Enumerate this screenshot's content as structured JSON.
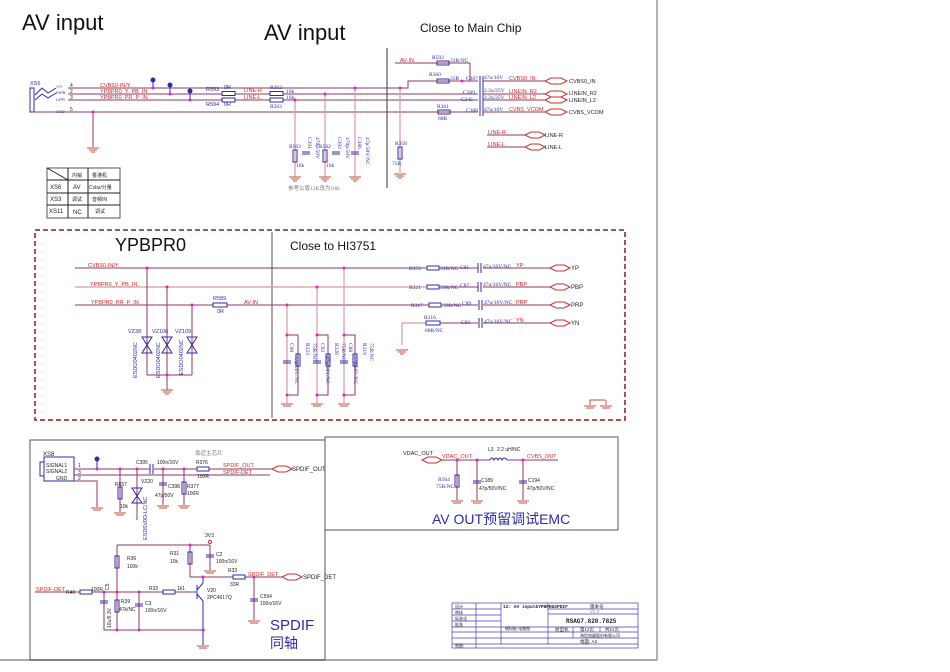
{
  "titles": {
    "av_input_left": "AV input",
    "av_input": "AV input",
    "close_main": "Close to Main Chip",
    "ypbpr0": "YPBPR0",
    "close_hi": "Close to HI3751",
    "av_out_emc": "AV OUT预留调试EMC",
    "spdif": "SPDIF",
    "spdif_cn": "同轴"
  },
  "av": {
    "xs6": "XS6",
    "pins": [
      "4",
      "2",
      "3",
      "5"
    ],
    "pin_names": [
      "Y/Y",
      "R/PB",
      "L/PR",
      "GND"
    ],
    "nets": [
      "CVBS0-IN/Y",
      "YPBPR0_Y_PB_IN",
      "YPBPR0_PR_P_IN"
    ],
    "r593": "R593",
    "r593v": "0R",
    "r594": "R594",
    "r594v": "0R",
    "line_r": "LINE-R",
    "line_l": "LINE-L",
    "r362": "R362",
    "r362v": "10k",
    "r363": "R363",
    "r363v": "10k",
    "r563": "R563",
    "r563v": "10k",
    "c391": "C391",
    "c391v": "470p/50V",
    "r562": "R562",
    "r562v": "10k",
    "c392": "C392",
    "c392v": "470p/50V",
    "c386": "C386",
    "c386v": "47p/50V/NC",
    "note": "参考公版12K改为10K",
    "av_in": "AV-IN",
    "r592": "R592",
    "r592v": "33R/NC",
    "r360": "R360",
    "r360v": "33R",
    "c387": "C387",
    "c387v": "47u/16V",
    "cvbs0_in_net": "CVBS0_IN",
    "cvbs0_in_port": "CVBS0_IN",
    "c389": "C389",
    "c389v": "2.2u/25V",
    "linein_r2_net": "LINEIN_R2",
    "linein_r2": "LINEIN_R2",
    "c345": "C345",
    "c345v": "2.2u/25V",
    "linein_l2_net": "LINEIN_L2",
    "linein_l2": "LINEIN_L2",
    "r361": "R361",
    "r361v": "68R",
    "c388": "C388",
    "c388v": "47u/16V",
    "vcom_net": "CVBS_VCOM",
    "vcom": "CVBS_VCOM",
    "r358": "R358",
    "r358v": "75R",
    "line_r_port": "LINE-R",
    "line_l_port": "LINE-L"
  },
  "table": {
    "header": [
      "",
      "内销",
      "香港机"
    ],
    "rows": [
      [
        "XS6",
        "AV",
        "Cvbs/分量"
      ],
      [
        "XS3",
        "调试",
        "音频IN"
      ],
      [
        "XS11",
        "NC",
        "调试"
      ]
    ]
  },
  "ypbpr": {
    "nets": [
      "CVBS0-IN/Y",
      "YPBPR0_Y_PB_IN",
      "YPBPR0_PR_P_IN"
    ],
    "r589": "R589",
    "r589v": "0R",
    "av_in": "AV-IN",
    "vz": [
      "VZ38",
      "VZ106",
      "VZ109"
    ],
    "vzv": [
      "ESDO0402NC",
      "ESDO0402NC",
      "ESDO0402NC"
    ],
    "caps": [
      [
        "C90",
        "47p/50V/NC",
        "R323",
        "75R/NC"
      ],
      [
        "C92",
        "47p/50V/NC",
        "R326",
        "75R/NC"
      ],
      [
        "C88",
        "47p/50V/NC",
        "R319",
        "75R/NC"
      ]
    ],
    "rows": [
      [
        "R353",
        "33R/NC",
        "C91",
        "47u/16V/NC",
        "YP",
        "YP"
      ],
      [
        "R321",
        "33R/NC",
        "C87",
        "47u/16V/NC",
        "PBP",
        "PBP"
      ],
      [
        "R317",
        "33R/NC",
        "C89",
        "47u/16V/NC",
        "PRP",
        "PRP"
      ],
      [
        "R316",
        "68R/NC",
        "C93",
        "47u/16V/NC",
        "YN",
        "YN"
      ]
    ]
  },
  "spdif": {
    "xs8": "XS8",
    "sig1": "SIGNAL1",
    "sig2": "SIGNAL2",
    "gnd": "GND",
    "pins": [
      "1",
      "3",
      "2"
    ],
    "note": "靠近主芯片",
    "c395": "C395",
    "c395v": "100n/16V",
    "r376": "R376",
    "r376v": "100R",
    "out_net": "SPDIF_OUT",
    "det_net": "SPDIF-DET",
    "out_port": "SPDIF_OUT",
    "r657": "R657",
    "r657v": "10k",
    "vz20": "VZ20",
    "vz20v": "ESD5V0D-LC/NC",
    "c398": "C398",
    "c398v": "47p/50V",
    "r377": "R377",
    "r377v": "100R",
    "v33": "3V3",
    "r36": "R36",
    "r36v": "100k",
    "r31": "R31",
    "r31v": "10k",
    "c2": "C2",
    "c2v": "100n/16V",
    "r33": "R33",
    "r33v": "33R",
    "det_net2": "SPDIF_DET",
    "det_port": "SPDIF_DET",
    "det_in": "SPDIF-DET",
    "r40": "R40",
    "r40v": "100R",
    "c5": "C5",
    "c5v": "10u/6.3V",
    "r39": "R39",
    "r39v": "47k/NC",
    "c3": "C3",
    "c3v": "100n/16V",
    "r32": "R32",
    "r32v": "1k1",
    "v20": "V20",
    "v20v": "2PC4617Q",
    "c594": "C594",
    "c594v": "100n/16V"
  },
  "avout": {
    "vdac_port": "VDAC_OUT",
    "vdac_net": "VDAC_OUT",
    "l3": "L3",
    "l3v": "2.2 uH/NC",
    "cvbs_out": "CVBS_OUT",
    "r564": "R564",
    "r564v": "75R/NC",
    "c189": "C189",
    "c189v": "47p/50V/NC",
    "c194": "C194",
    "c194v": "47p/50V/NC"
  },
  "titleblock": {
    "title": "12: AV input&YPBPR&SPDIF",
    "version_label": "版本号",
    "version": "V1.2",
    "doc_no": "RSAG7.820.7825",
    "page": "第12页",
    "total": "共21页",
    "proto_label": "原型机",
    "company": "海信电器股份有限公司",
    "sheet": "幅面: A3",
    "roles": [
      "设计",
      "审核",
      "标准化",
      "批准"
    ],
    "drawn": "制图:",
    "module": "模拟板\n电路图"
  }
}
